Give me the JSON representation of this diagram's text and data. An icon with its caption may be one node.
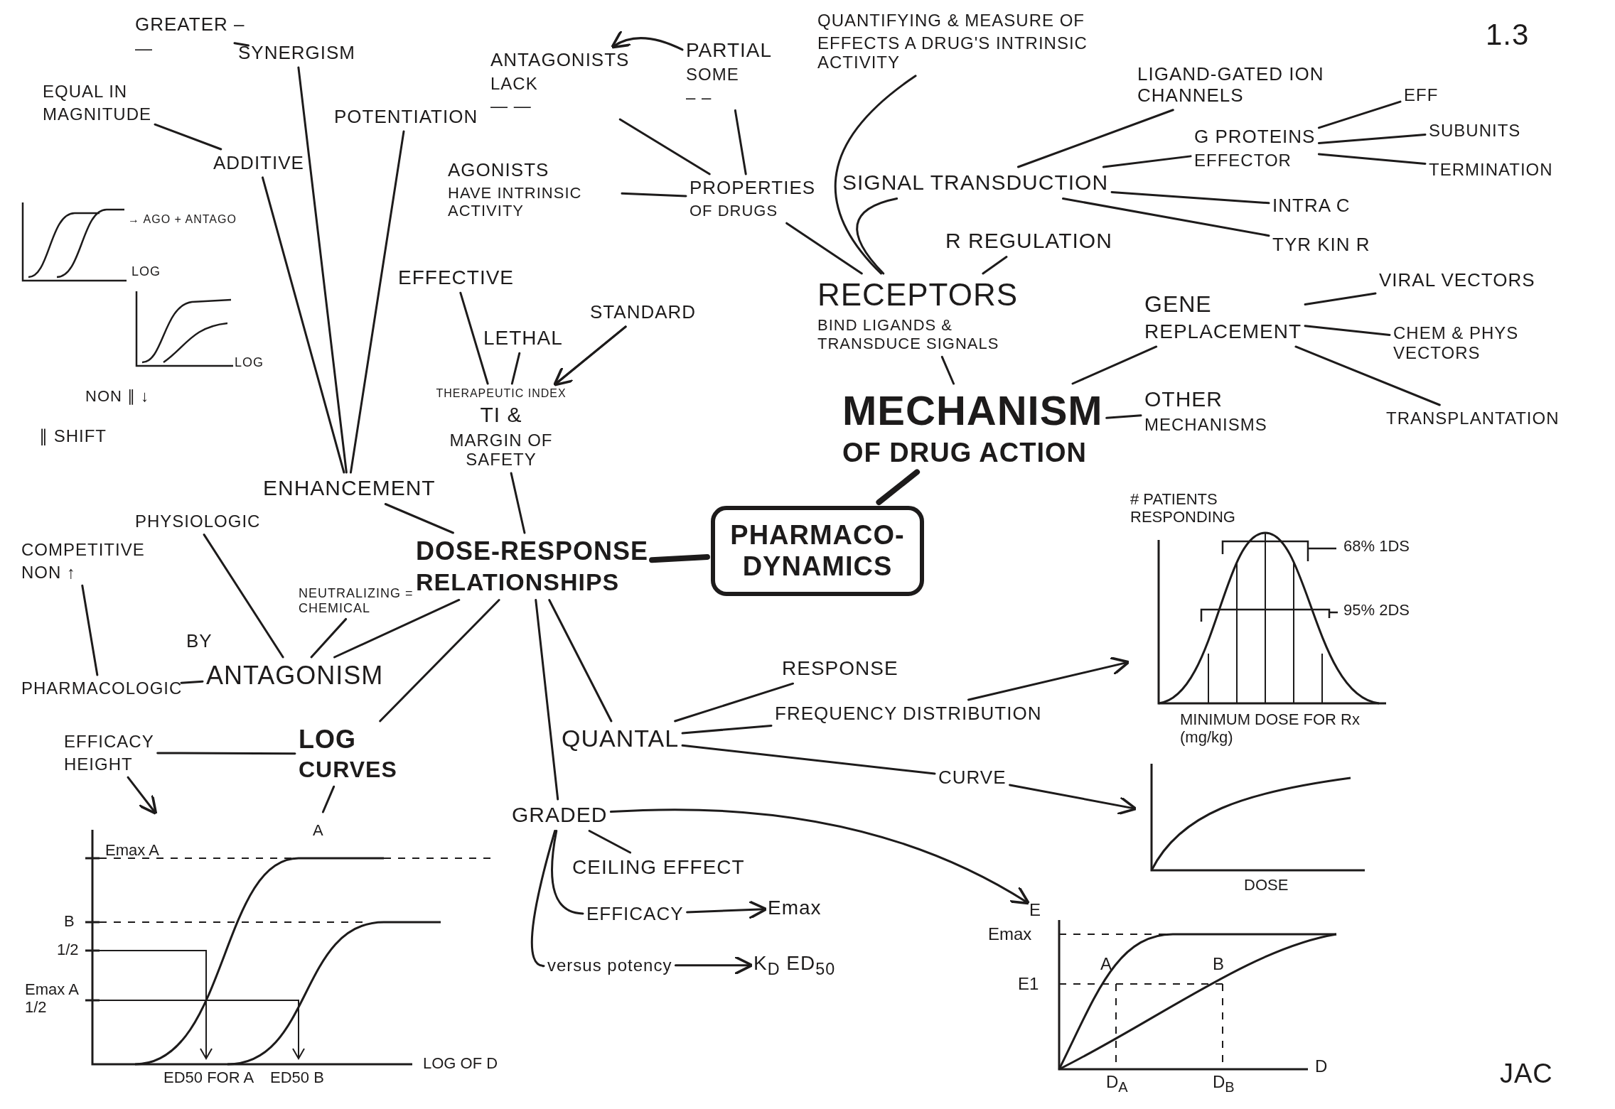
{
  "diagram": {
    "nodes": [
      {
        "text": [
          "PHARMACO- DYNAMICS"
        ]
      },
      {
        "text": [
          "MECHANISM",
          "OF DRUG ACTION"
        ]
      },
      {
        "text": [
          "RECEPTORS"
        ],
        "beside": [
          "BIND LIGANDS & TRANSDUCE SIGNALS"
        ]
      },
      {
        "text": [
          "SIGNAL TRANSDUCTION"
        ]
      },
      {
        "text": [
          "LIGAND-GATED ION CHANNELS"
        ]
      },
      {
        "text": [
          "G PROTEINS",
          "EFFECTOR"
        ]
      },
      {
        "text": [
          "EFF"
        ]
      },
      {
        "text": [
          "SUBUNITS"
        ]
      },
      {
        "text": [
          "TERMINATION"
        ]
      },
      {
        "text": [
          "INTRA C"
        ]
      },
      {
        "text": [
          "TYR KIN R"
        ]
      },
      {
        "text": [
          "R REGULATION"
        ]
      },
      {
        "text": [
          "QUANTIFYING & MEASURE OF",
          "EFFECTS A DRUG'S INTRINSIC ACTIVITY"
        ]
      },
      {
        "text": [
          "PROPERTIES",
          "OF DRUGS"
        ]
      },
      {
        "text": [
          "PARTIAL",
          "SOME",
          "– –"
        ]
      },
      {
        "text": [
          "ANTAGONISTS",
          "LACK",
          "— —"
        ]
      },
      {
        "text": [
          "AGONISTS",
          "HAVE INTRINSIC ACTIVITY"
        ]
      },
      {
        "text": [
          "GENE",
          "REPLACEMENT"
        ]
      },
      {
        "text": [
          "VIRAL VECTORS"
        ]
      },
      {
        "text": [
          "CHEM & PHYS VECTORS"
        ]
      },
      {
        "text": [
          "TRANSPLANTATION"
        ]
      },
      {
        "text": [
          "OTHER",
          "MECHANISMS"
        ]
      },
      {
        "text": [
          "DOSE-RESPONSE",
          "RELATIONSHIPS"
        ]
      },
      {
        "text": [
          "ENHANCEMENT"
        ]
      },
      {
        "text": [
          "ADDITIVE"
        ]
      },
      {
        "text": [
          "EQUAL IN",
          "MAGNITUDE"
        ]
      },
      {
        "text": [
          "SYNERGISM"
        ]
      },
      {
        "text": [
          "GREATER –",
          "—"
        ]
      },
      {
        "text": [
          "POTENTIATION"
        ]
      },
      {
        "text": [
          "ANTAGONISM"
        ]
      },
      {
        "text": [
          "PHYSIOLOGIC"
        ]
      },
      {
        "text": [
          "PHARMACOLOGIC"
        ]
      },
      {
        "text": [
          "COMPETITIVE",
          "NON ↑"
        ]
      },
      {
        "text": [
          "NEUTRALIZING = CHEMICAL"
        ]
      },
      {
        "text": [
          "THERAPEUTIC INDEX",
          "TI &",
          "MARGIN OF SAFETY"
        ]
      },
      {
        "text": [
          "EFFECTIVE"
        ]
      },
      {
        "text": [
          "LETHAL"
        ]
      },
      {
        "text": [
          "STANDARD"
        ]
      },
      {
        "text": [
          "LOG",
          "CURVES"
        ]
      },
      {
        "text": [
          "EFFICACY",
          "HEIGHT"
        ]
      },
      {
        "text": [
          "A",
          "Emax A",
          "B",
          "1/2",
          "Emax A 1/2",
          "ED50 FOR A",
          "ED50 B",
          "LOG OF D"
        ]
      },
      {
        "text": [
          "QUANTAL"
        ]
      },
      {
        "text": [
          "RESPONSE"
        ]
      },
      {
        "text": [
          "FREQUENCY DISTRIBUTION"
        ]
      },
      {
        "text": [
          "CURVE"
        ]
      },
      {
        "text": [
          "# PATIENTS RESPONDING",
          "68% 1DS",
          "95% 2DS",
          "MINIMUM DOSE FOR Rx (mg/kg)"
        ]
      },
      {
        "text": [
          "DOSE"
        ]
      },
      {
        "text": [
          "GRADED"
        ]
      },
      {
        "text": [
          "CEILING EFFECT"
        ]
      },
      {
        "text": [
          "EFFICACY"
        ]
      },
      {
        "text": [
          "Emax"
        ]
      },
      {
        "text": [
          "versus potency"
        ]
      },
      {
        "text": [
          "K$_{D}$ ED$_{50}$"
        ]
      },
      {
        "text": [
          "E",
          "Emax",
          "E1",
          "A",
          "B",
          "D$_{A}$",
          "D$_{B}$",
          "D"
        ]
      }
    ],
    "edges": [
      {
        "from": 0,
        "to": 1,
        "arrow": "none",
        "style": "thick"
      },
      {
        "from": 0,
        "to": 22,
        "arrow": "none",
        "style": "thick"
      },
      {
        "from": 1,
        "to": 2,
        "arrow": "none"
      },
      {
        "from": 2,
        "to": 3,
        "arrow": "none"
      },
      {
        "from": 2,
        "to": 11,
        "arrow": "none"
      },
      {
        "from": 2,
        "to": 12,
        "arrow": "none"
      },
      {
        "from": 2,
        "to": 13,
        "arrow": "none"
      },
      {
        "from": 3,
        "to": 4,
        "arrow": "none"
      },
      {
        "from": 3,
        "to": 5,
        "arrow": "none"
      },
      {
        "from": 3,
        "to": 9,
        "arrow": "none"
      },
      {
        "from": 3,
        "to": 10,
        "arrow": "none"
      },
      {
        "from": 5,
        "to": 6,
        "arrow": "none"
      },
      {
        "from": 5,
        "to": 7,
        "arrow": "none"
      },
      {
        "from": 5,
        "to": 8,
        "arrow": "none"
      },
      {
        "from": 13,
        "to": 14,
        "arrow": "none"
      },
      {
        "from": 13,
        "to": 15,
        "arrow": "none"
      },
      {
        "from": 13,
        "to": 16,
        "arrow": "none"
      },
      {
        "from": 14,
        "to": 15,
        "arrow": "to"
      },
      {
        "from": 1,
        "to": 17,
        "arrow": "none"
      },
      {
        "from": 1,
        "to": 21,
        "arrow": "none"
      },
      {
        "from": 17,
        "to": 18,
        "arrow": "none"
      },
      {
        "from": 17,
        "to": 19,
        "arrow": "none"
      },
      {
        "from": 17,
        "to": 20,
        "arrow": "none"
      },
      {
        "from": 22,
        "to": 23,
        "arrow": "none"
      },
      {
        "from": 23,
        "to": 24,
        "arrow": "none"
      },
      {
        "from": 23,
        "to": 26,
        "arrow": "none"
      },
      {
        "from": 23,
        "to": 28,
        "arrow": "none"
      },
      {
        "from": 24,
        "to": 25,
        "arrow": "none"
      },
      {
        "from": 26,
        "to": 27,
        "arrow": "none"
      },
      {
        "from": 22,
        "to": 29,
        "arrow": "none"
      },
      {
        "from": 29,
        "to": 30,
        "arrow": "none"
      },
      {
        "from": 29,
        "to": 31,
        "arrow": "none"
      },
      {
        "from": 31,
        "to": 32,
        "arrow": "none"
      },
      {
        "from": 29,
        "to": 33,
        "arrow": "none"
      },
      {
        "from": 22,
        "to": 34,
        "arrow": "none"
      },
      {
        "from": 34,
        "to": 35,
        "arrow": "none"
      },
      {
        "from": 34,
        "to": 36,
        "arrow": "none"
      },
      {
        "from": 34,
        "to": 37,
        "arrow": "none"
      },
      {
        "from": 37,
        "to": 34,
        "arrow": "to"
      },
      {
        "from": 22,
        "to": 38,
        "arrow": "none"
      },
      {
        "from": 38,
        "to": 39,
        "arrow": "none"
      },
      {
        "from": 39,
        "to": 40,
        "arrow": "to"
      },
      {
        "from": 38,
        "to": 40,
        "arrow": "none"
      },
      {
        "from": 22,
        "to": 41,
        "arrow": "none"
      },
      {
        "from": 41,
        "to": 42,
        "arrow": "none"
      },
      {
        "from": 41,
        "to": 43,
        "arrow": "none"
      },
      {
        "from": 41,
        "to": 44,
        "arrow": "none"
      },
      {
        "from": 43,
        "to": 45,
        "arrow": "to"
      },
      {
        "from": 44,
        "to": 46,
        "arrow": "to"
      },
      {
        "from": 22,
        "to": 47,
        "arrow": "none"
      },
      {
        "from": 47,
        "to": 48,
        "arrow": "none"
      },
      {
        "from": 47,
        "to": 49,
        "arrow": "none"
      },
      {
        "from": 47,
        "to": 51,
        "arrow": "none"
      },
      {
        "from": 49,
        "to": 50,
        "arrow": "to"
      },
      {
        "from": 51,
        "to": 52,
        "arrow": "to"
      },
      {
        "from": 47,
        "to": 53,
        "arrow": "to"
      }
    ],
    "labels": [
      "1.3",
      "→ AGO + ANTAGO",
      "LOG",
      "LOG",
      "∥ SHIFT",
      "NON ∥ ↓",
      "BY",
      "JAC"
    ]
  }
}
